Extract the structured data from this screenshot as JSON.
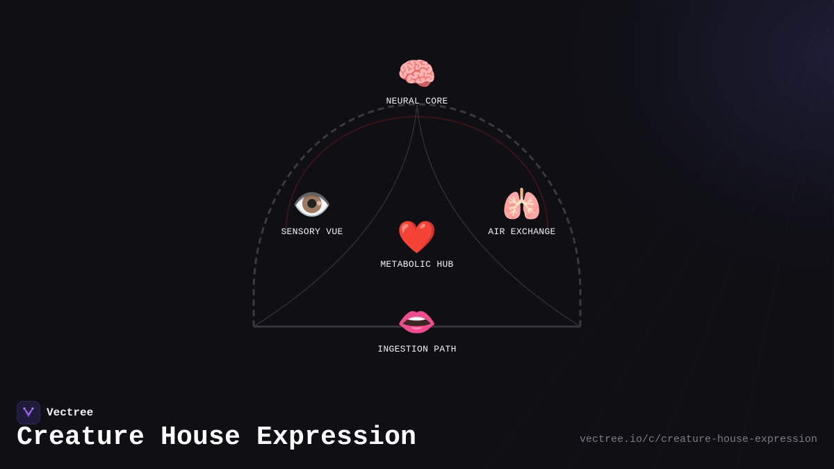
{
  "diagram": {
    "nodes": {
      "top": {
        "icon": "brain-icon",
        "emoji": "🧠",
        "label": "NEURAL CORE"
      },
      "left": {
        "icon": "eye-icon",
        "emoji": "👁️",
        "label": "SENSORY VUE"
      },
      "right": {
        "icon": "lungs-icon",
        "emoji": "🫁",
        "label": "AIR EXCHANGE"
      },
      "center": {
        "icon": "heart-icon",
        "emoji": "❤️",
        "label": "METABOLIC HUB"
      },
      "bottom": {
        "icon": "mouth-icon",
        "emoji": "👄",
        "label": "INGESTION PATH"
      }
    },
    "colors": {
      "arch": "#3a3a40",
      "inner_arc": "#3a1518",
      "curves": "#2e2e33",
      "base": "#36363c"
    }
  },
  "brand": {
    "name": "Vectree",
    "logo_icon": "vectree-logo-icon",
    "logo_color": "#8a4fd8"
  },
  "title": "Creature House Expression",
  "url": "vectree.io/c/creature-house-expression"
}
